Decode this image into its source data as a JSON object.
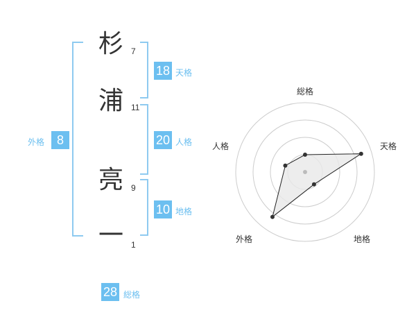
{
  "name": {
    "chars": [
      {
        "char": "杉",
        "strokes": "7"
      },
      {
        "char": "浦",
        "strokes": "11"
      },
      {
        "char": "亮",
        "strokes": "9"
      },
      {
        "char": "一",
        "strokes": "1"
      }
    ]
  },
  "scores": {
    "tenkaku": {
      "value": "18",
      "label": "天格"
    },
    "jinkaku": {
      "value": "20",
      "label": "人格"
    },
    "chikaku": {
      "value": "10",
      "label": "地格"
    },
    "gaikaku": {
      "value": "8",
      "label": "外格"
    },
    "soukaku": {
      "value": "28",
      "label": "総格"
    }
  },
  "colors": {
    "accent": "#6cbff0",
    "bracket": "#8ecaf0",
    "ring": "#cccccc",
    "fill": "#e8e8e8"
  },
  "chart_data": {
    "type": "radar",
    "axes": [
      "総格",
      "天格",
      "地格",
      "外格",
      "人格"
    ],
    "values": [
      0.25,
      0.85,
      0.22,
      0.8,
      0.3
    ],
    "range": [
      0,
      1
    ],
    "rings": 4,
    "center_marker": true
  }
}
